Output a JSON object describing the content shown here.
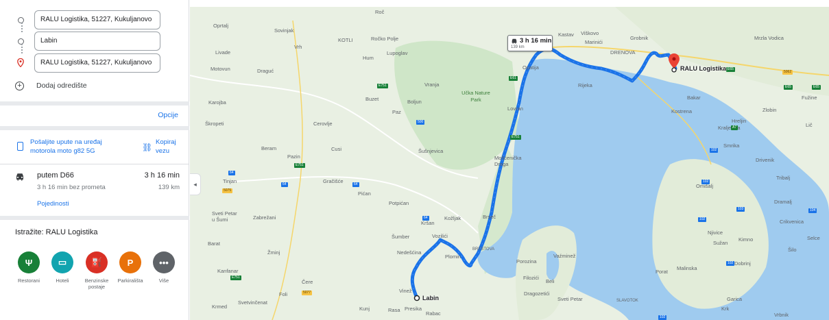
{
  "directions": {
    "stops": [
      {
        "value": "RALU Logistika, 51227, Kukuljanovo",
        "type": "start"
      },
      {
        "value": "Labin",
        "type": "waypoint"
      },
      {
        "value": "RALU Logistika, 51227, Kukuljanovo",
        "type": "destination"
      }
    ],
    "add_destination": "Dodaj odredište",
    "options": "Opcije",
    "send_to_device": "Pošaljite upute na uređaj motorola moto g82 5G",
    "copy_link": "Kopiraj vezu"
  },
  "route": {
    "via": "putem D66",
    "time": "3 h 16 min",
    "traffic_note": "3 h 16 min bez prometa",
    "distance": "139 km",
    "details": "Pojedinosti"
  },
  "explore": {
    "title": "Istražite: RALU Logistika",
    "categories": [
      {
        "label": "Restorani",
        "icon": "restaurant-icon",
        "color": "#188038"
      },
      {
        "label": "Hoteli",
        "icon": "hotel-icon",
        "color": "#12a4af"
      },
      {
        "label": "Benzinske postaje",
        "icon": "gas-station-icon",
        "color": "#d93025"
      },
      {
        "label": "Parkirališta",
        "icon": "parking-icon",
        "color": "#e8710a"
      },
      {
        "label": "Više",
        "icon": "more-icon",
        "color": "#5f6368"
      }
    ]
  },
  "map": {
    "callout_time": "3 h 16 min",
    "callout_distance": "139 km",
    "destination_label": "RALU Logistika",
    "start_label": "Labin",
    "park_label": "Učka Nature Park",
    "place_labels": [
      "Roč",
      "Kastav",
      "Viškovo",
      "Marinići",
      "Grobnik",
      "Mrzla Vodica",
      "Oprtalj",
      "Sovinjak",
      "Ročko Polje",
      "Livade",
      "Vrh",
      "KOTLI",
      "Lupoglav",
      "Hum",
      "DRENOVA",
      "Motovun",
      "Draguć",
      "Opatija",
      "Vranja",
      "Rijeka",
      "Bakar",
      "Fužine",
      "Karojba",
      "Boljun",
      "Buzet",
      "Kostrena",
      "Zlobin",
      "Paz",
      "Lovran",
      "Hreljin",
      "Škropeti",
      "Cerovlje",
      "Kraljevica",
      "Lič",
      "Tinjan",
      "Šušnjevica",
      "Mošćenička Draga",
      "Smrika",
      "Beram",
      "Pazin",
      "Cusi",
      "Drivenik",
      "Tribalj",
      "Gračišće",
      "Omišalj",
      "Pićan",
      "Potpićan",
      "Sveti Petar u Šumi",
      "Zabrežani",
      "Kršan",
      "Kožljak",
      "Brseč",
      "Dramalj",
      "Crikvenica",
      "Šumber",
      "Vozilići",
      "Njivice",
      "Selce",
      "Barat",
      "Žminj",
      "Nedešćina",
      "BRESTOVA",
      "Sužan",
      "Kimno",
      "Šilo",
      "Plomin",
      "Porozina",
      "Vaźminež",
      "Dobrinj",
      "Kanfanar",
      "Beli",
      "Porat",
      "Malinska",
      "Filozići",
      "Čere",
      "Foli",
      "Vinež",
      "Dragozetići",
      "Sveti Petar",
      "SLAVOTOK",
      "Garica",
      "Svetvinčenat",
      "Krmed",
      "Kunj",
      "Rasa",
      "Presika",
      "Rabac",
      "Krk",
      "Vrbnik"
    ],
    "road_numbers": [
      "E751",
      "E61",
      "500",
      "E751",
      "64",
      "64",
      "64",
      "5075",
      "E751",
      "64",
      "5062",
      "E65",
      "E65",
      "E65",
      "A7",
      "102",
      "102",
      "102",
      "102",
      "102",
      "103",
      "104",
      "E751",
      "5077"
    ]
  }
}
